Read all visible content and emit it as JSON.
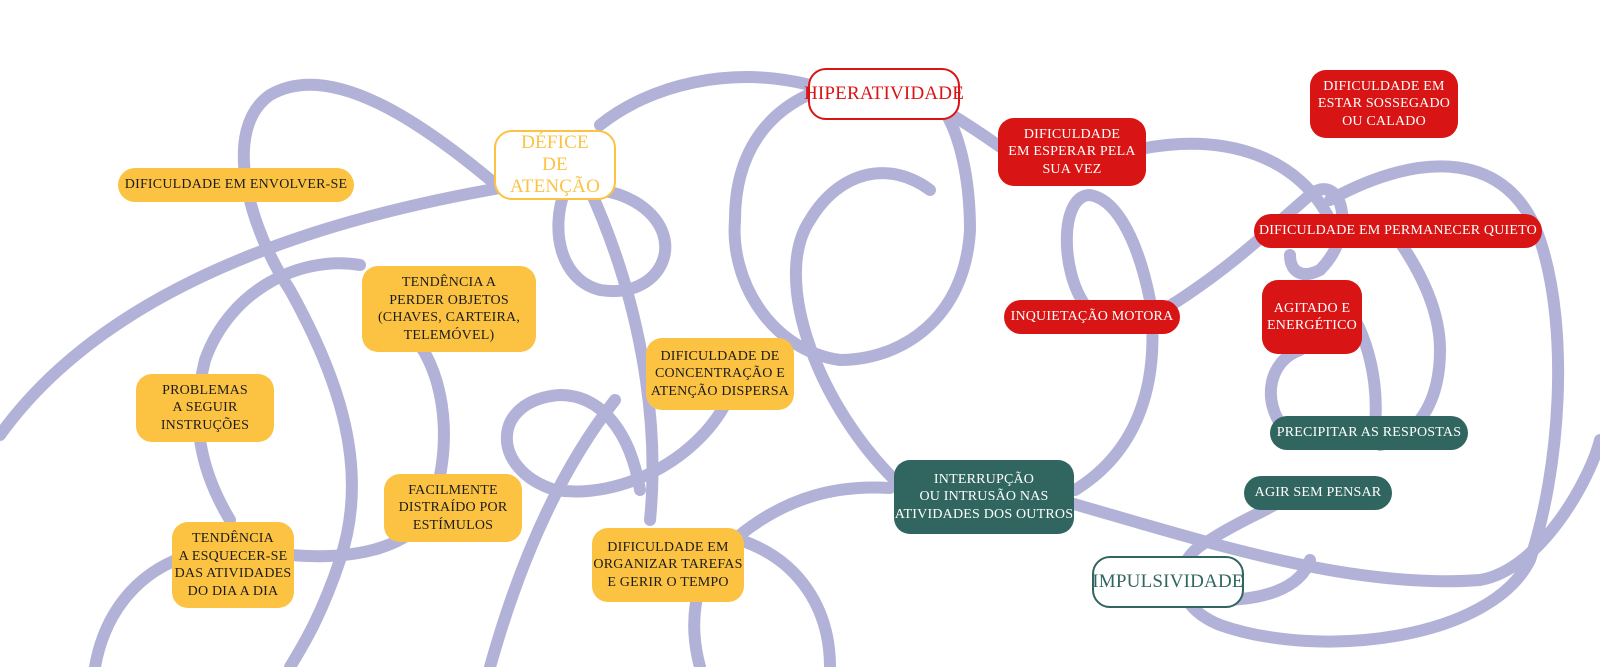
{
  "colors": {
    "yellow": "#FCC343",
    "red": "#D91414",
    "green": "#316660",
    "line": "#B2B2D8"
  },
  "titles": {
    "attention": "DÉFICE\nDE ATENÇÃO",
    "hyperactivity": "HIPERATIVIDADE",
    "impulsivity": "IMPULSIVIDADE"
  },
  "attention_items": {
    "envolver": "DIFICULDADE EM ENVOLVER-SE",
    "perder": "TENDÊNCIA A\nPERDER OBJETOS\n(CHAVES, CARTEIRA,\nTELEMÓVEL)",
    "instrucoes": "PROBLEMAS\nA SEGUIR\nINSTRUÇÕES",
    "concentracao": "DIFICULDADE DE\nCONCENTRAÇÃO E\nATENÇÃO DISPERSA",
    "distraido": "FACILMENTE\nDISTRAÍDO POR\nESTÍMULOS",
    "esquecer": "TENDÊNCIA\nA ESQUECER-SE\nDAS ATIVIDADES\nDO DIA A DIA",
    "organizar": "DIFICULDADE EM\nORGANIZAR TAREFAS\nE GERIR O TEMPO"
  },
  "hyperactivity_items": {
    "esperar": "DIFICULDADE\nEM ESPERAR PELA\nSUA VEZ",
    "sossegado": "DIFICULDADE EM\nESTAR SOSSEGADO\nOU CALADO",
    "quieto": "DIFICULDADE EM PERMANECER QUIETO",
    "inquietacao": "INQUIETAÇÃO MOTORA",
    "agitado": "AGITADO E\nENERGÉTICO"
  },
  "impulsivity_items": {
    "precipitar": "PRECIPITAR AS RESPOSTAS",
    "agir": "AGIR SEM PENSAR",
    "interrupcao": "INTERRUPÇÃO\nOU INTRUSÃO NAS\nATIVIDADES DOS OUTROS"
  }
}
